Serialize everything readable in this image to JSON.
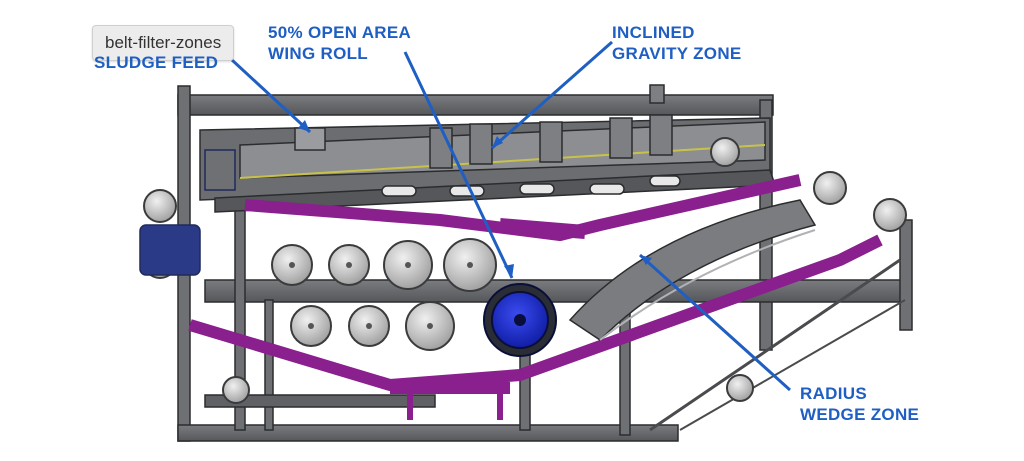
{
  "tooltip": {
    "text": "belt-filter-zones"
  },
  "labels": {
    "sludge_feed": {
      "line1": "SLUDGE FEED"
    },
    "wing_roll": {
      "line1": "50% OPEN AREA",
      "line2": "WING ROLL"
    },
    "gravity_zone": {
      "line1": "INCLINED",
      "line2": "GRAVITY ZONE"
    },
    "wedge_zone": {
      "line1": "RADIUS",
      "line2": "WEDGE ZONE"
    }
  },
  "colors": {
    "label_blue": "#1f5fc4",
    "frame_gray": "#6e7073",
    "frame_dark": "#3a3b3d",
    "belt_purple": "#8a1f8e",
    "roller_gray": "#d2d2d2",
    "wing_roll_blue": "#1428c8"
  }
}
